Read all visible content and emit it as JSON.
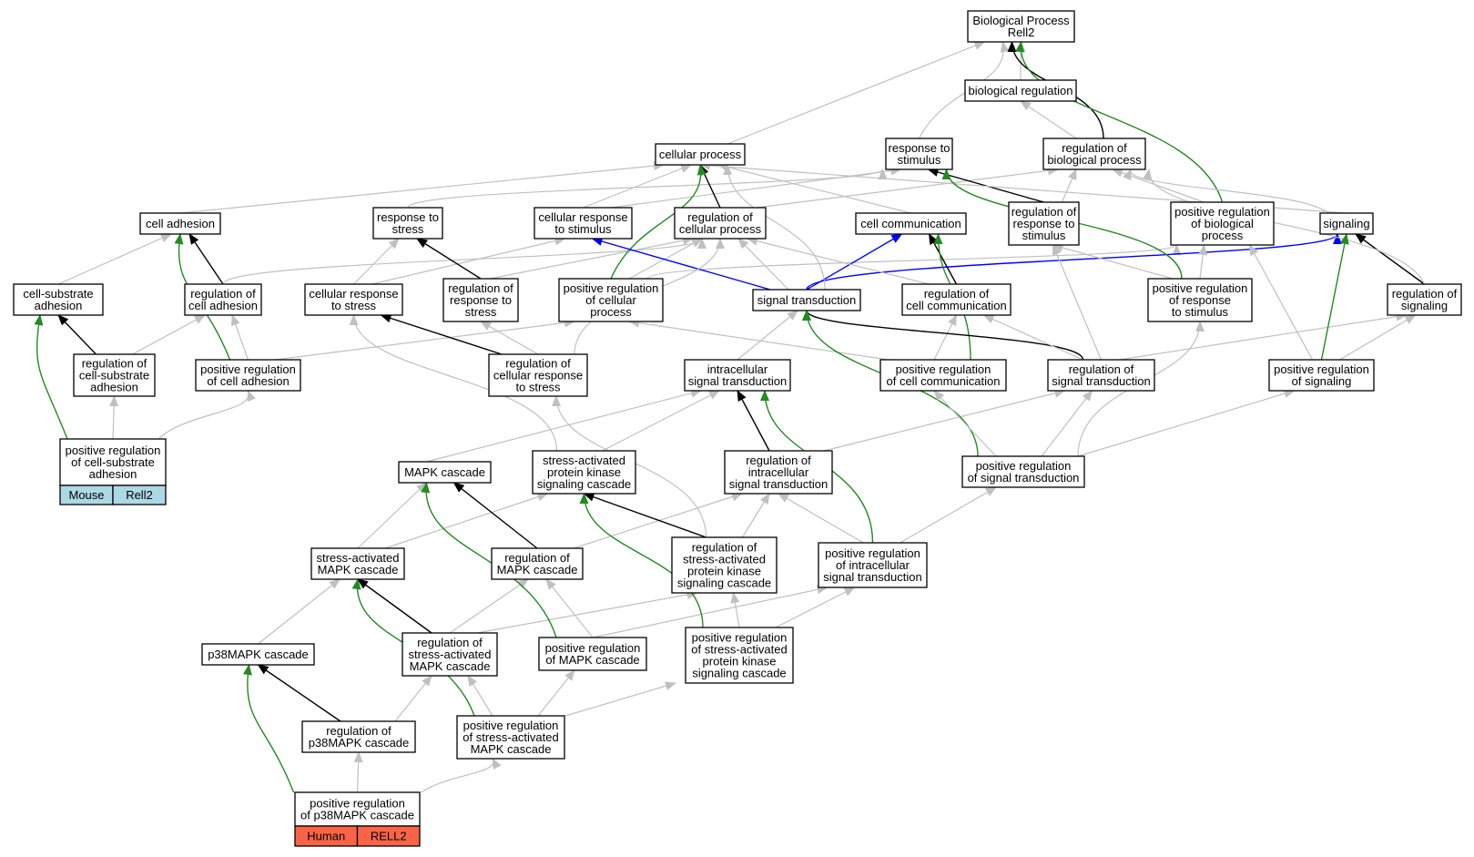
{
  "root": {
    "lines": [
      "Biological Process",
      "Rell2"
    ]
  },
  "terms": {
    "biological_regulation": {
      "lines": [
        "biological regulation"
      ]
    },
    "cellular_process": {
      "lines": [
        "cellular process"
      ]
    },
    "response_to_stimulus": {
      "lines": [
        "response to",
        "stimulus"
      ]
    },
    "regulation_of_biological_process": {
      "lines": [
        "regulation of",
        "biological process"
      ]
    },
    "cell_adhesion": {
      "lines": [
        "cell adhesion"
      ]
    },
    "response_to_stress": {
      "lines": [
        "response to",
        "stress"
      ]
    },
    "cellular_response_to_stimulus": {
      "lines": [
        "cellular response",
        "to stimulus"
      ]
    },
    "regulation_of_cellular_process": {
      "lines": [
        "regulation of",
        "cellular process"
      ]
    },
    "cell_communication": {
      "lines": [
        "cell communication"
      ]
    },
    "regulation_of_response_to_stimulus": {
      "lines": [
        "regulation of",
        "response to",
        "stimulus"
      ]
    },
    "positive_regulation_of_biological_process": {
      "lines": [
        "positive regulation",
        "of biological",
        "process"
      ]
    },
    "signaling": {
      "lines": [
        "signaling"
      ]
    },
    "cell_substrate_adhesion": {
      "lines": [
        "cell-substrate",
        "adhesion"
      ]
    },
    "regulation_of_cell_adhesion": {
      "lines": [
        "regulation of",
        "cell adhesion"
      ]
    },
    "cellular_response_to_stress": {
      "lines": [
        "cellular response",
        "to stress"
      ]
    },
    "regulation_of_response_to_stress": {
      "lines": [
        "regulation of",
        "response to",
        "stress"
      ]
    },
    "positive_regulation_of_cellular_process": {
      "lines": [
        "positive regulation",
        "of cellular",
        "process"
      ]
    },
    "signal_transduction": {
      "lines": [
        "signal transduction"
      ]
    },
    "regulation_of_cell_communication": {
      "lines": [
        "regulation of",
        "cell communication"
      ]
    },
    "positive_regulation_of_response_to_stimulus": {
      "lines": [
        "positive regulation",
        "of response",
        "to stimulus"
      ]
    },
    "regulation_of_signaling": {
      "lines": [
        "regulation of",
        "signaling"
      ]
    },
    "regulation_of_cell_substrate_adhesion": {
      "lines": [
        "regulation of",
        "cell-substrate",
        "adhesion"
      ]
    },
    "positive_regulation_of_cell_adhesion": {
      "lines": [
        "positive regulation",
        "of cell adhesion"
      ]
    },
    "regulation_of_cellular_response_to_stress": {
      "lines": [
        "regulation of",
        "cellular response",
        "to stress"
      ]
    },
    "intracellular_signal_transduction": {
      "lines": [
        "intracellular",
        "signal transduction"
      ]
    },
    "positive_regulation_of_cell_communication": {
      "lines": [
        "positive regulation",
        "of cell communication"
      ]
    },
    "regulation_of_signal_transduction": {
      "lines": [
        "regulation of",
        "signal transduction"
      ]
    },
    "positive_regulation_of_signaling": {
      "lines": [
        "positive regulation",
        "of signaling"
      ]
    },
    "positive_regulation_of_cell_substrate_adhesion": {
      "lines": [
        "positive regulation",
        "of cell-substrate",
        "adhesion"
      ]
    },
    "mapk_cascade": {
      "lines": [
        "MAPK cascade"
      ]
    },
    "stress_activated_protein_kinase_signaling_cascade": {
      "lines": [
        "stress-activated",
        "protein kinase",
        "signaling cascade"
      ]
    },
    "regulation_of_intracellular_signal_transduction": {
      "lines": [
        "regulation of",
        "intracellular",
        "signal transduction"
      ]
    },
    "positive_regulation_of_signal_transduction": {
      "lines": [
        "positive regulation",
        "of signal transduction"
      ]
    },
    "stress_activated_mapk_cascade": {
      "lines": [
        "stress-activated",
        "MAPK cascade"
      ]
    },
    "regulation_of_mapk_cascade": {
      "lines": [
        "regulation of",
        "MAPK cascade"
      ]
    },
    "regulation_of_stress_activated_protein_kinase_signaling_cascade": {
      "lines": [
        "regulation of",
        "stress-activated",
        "protein kinase",
        "signaling cascade"
      ]
    },
    "positive_regulation_of_intracellular_signal_transduction": {
      "lines": [
        "positive regulation",
        "of intracellular",
        "signal transduction"
      ]
    },
    "p38mapk_cascade": {
      "lines": [
        "p38MAPK cascade"
      ]
    },
    "regulation_of_stress_activated_mapk_cascade": {
      "lines": [
        "regulation of",
        "stress-activated",
        "MAPK cascade"
      ]
    },
    "positive_regulation_of_mapk_cascade": {
      "lines": [
        "positive regulation",
        "of MAPK cascade"
      ]
    },
    "positive_regulation_of_stress_activated_protein_kinase_signaling_cascade": {
      "lines": [
        "positive regulation",
        "of stress-activated",
        "protein kinase",
        "signaling cascade"
      ]
    },
    "regulation_of_p38mapk_cascade": {
      "lines": [
        "regulation of",
        "p38MAPK cascade"
      ]
    },
    "positive_regulation_of_stress_activated_mapk_cascade": {
      "lines": [
        "positive regulation",
        "of stress-activated",
        "MAPK cascade"
      ]
    },
    "positive_regulation_of_p38mapk_cascade": {
      "lines": [
        "positive regulation",
        "of p38MAPK cascade"
      ]
    }
  },
  "annotations": {
    "mouse": {
      "species": "Mouse",
      "gene": "Rell2",
      "color": "#add8e6"
    },
    "human": {
      "species": "Human",
      "gene": "RELL2",
      "color": "#fa6446"
    }
  },
  "edge_colors": {
    "is_a": "#c0c0c0",
    "part_of_or_regulates": "#000000",
    "positively_regulates": "#228b22",
    "has_part": "#0000ff"
  }
}
